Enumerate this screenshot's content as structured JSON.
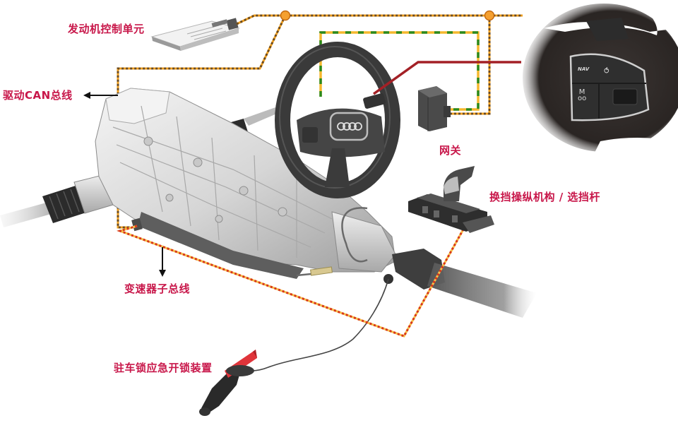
{
  "diagram": {
    "title": "",
    "colors": {
      "label": "#c8174a",
      "can_bus_orange": "#f0a020",
      "can_bus_dark": "#6b4a1e",
      "node_fill": "#f5a030",
      "node_stroke": "#c46a10",
      "sub_bus_red": "#d8361a",
      "sub_bus_yellow": "#f5c04a",
      "green_dash": "#2a8a1e",
      "steering_line": "#a32026",
      "arrow": "#111111"
    },
    "labels": {
      "engine_ecu": "发动机控制单元",
      "drive_can_bus": "驱动CAN总线",
      "gateway": "网关",
      "gear_selector": "换挡操纵机构 / 选挡杆",
      "transmission_sub_bus": "变速器子总线",
      "parking_lock_release": "驻车锁应急开锁装置"
    },
    "components": [
      {
        "id": "engine-control-unit",
        "label_ref": "engine_ecu"
      },
      {
        "id": "transmission",
        "label_ref": null
      },
      {
        "id": "steering-wheel",
        "label_ref": null
      },
      {
        "id": "steering-wheel-buttons-closeup",
        "buttons": [
          "NAV",
          "voice",
          "MODE",
          "volume-roller"
        ]
      },
      {
        "id": "gateway",
        "label_ref": "gateway"
      },
      {
        "id": "gear-selector",
        "label_ref": "gear_selector"
      },
      {
        "id": "parking-lock-emergency-release",
        "label_ref": "parking_lock_release"
      }
    ],
    "closeup_buttons": {
      "nav": "NAV",
      "mode_top": "M",
      "mode_bottom": "oo"
    }
  }
}
